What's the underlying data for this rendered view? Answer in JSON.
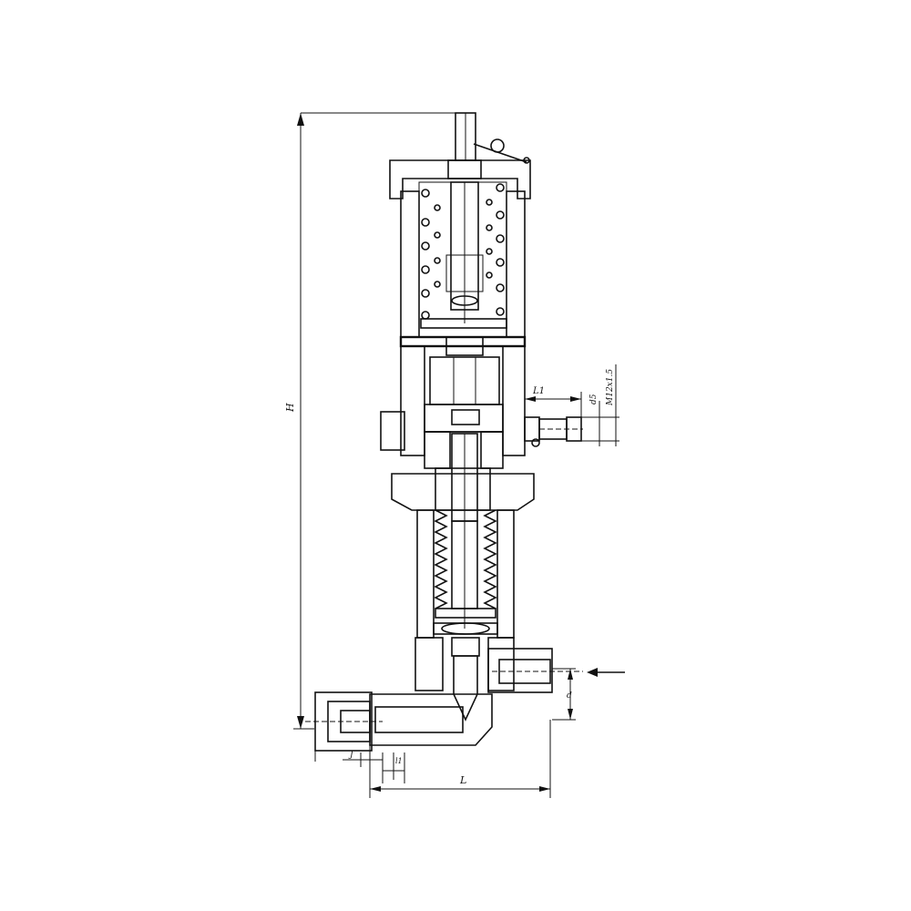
{
  "labels": {
    "height": "H",
    "length": "L",
    "outlet_length": "L1",
    "outlet_diameter": "d5",
    "outlet_thread": "M12x1.5",
    "inlet_size": "d",
    "bottom_left_1": "J",
    "bottom_left_2": "l1"
  },
  "colors": {
    "line": "#111111",
    "hatch": "#333333",
    "background": "#ffffff"
  },
  "icons": {
    "inlet_arrow": "arrow-left-icon"
  }
}
